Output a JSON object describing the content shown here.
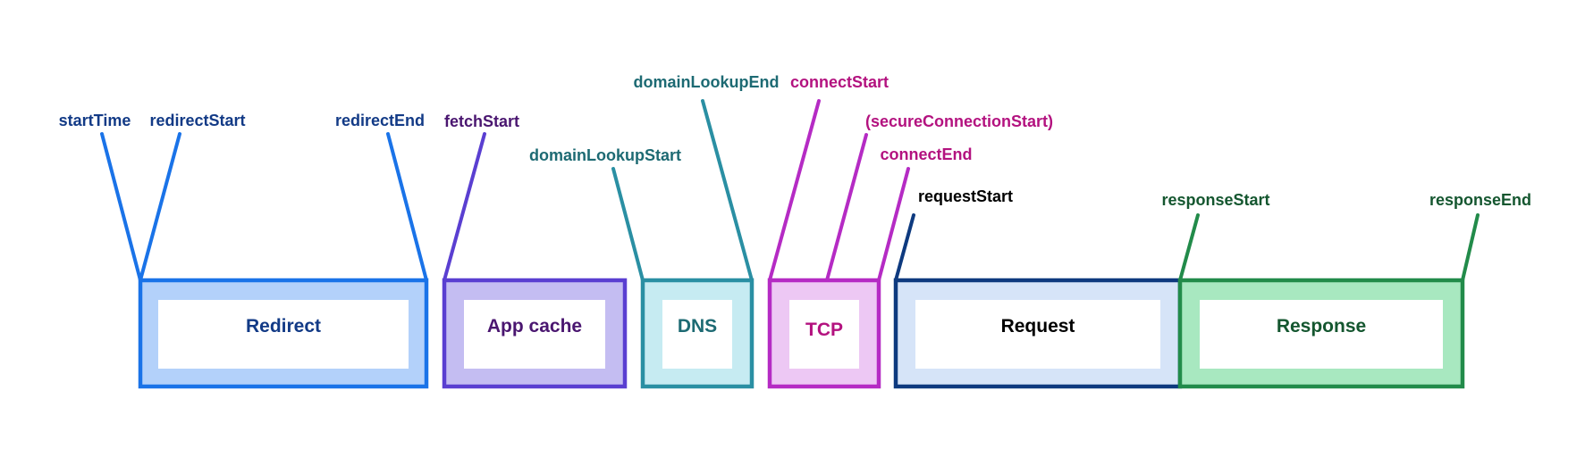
{
  "colors": {
    "redirect": "#1a73e8",
    "redirect_fill": "#b3d1fa",
    "redirect_text": "#123a86",
    "appcache": "#5a3fd1",
    "appcache_fill": "#c4bdf2",
    "appcache_text": "#4a1670",
    "dns": "#2a8fa3",
    "dns_fill": "#c6ebf2",
    "dns_text": "#1d6a73",
    "tcp": "#b52bc4",
    "tcp_fill": "#edc8f4",
    "tcp_text": "#b3127f",
    "request": "#0e3a7f",
    "request_fill": "#d6e4f8",
    "request_text": "#000000",
    "response": "#228b4a",
    "response_fill": "#a8e8c0",
    "response_text": "#14562f"
  },
  "phases": [
    {
      "key": "redirect",
      "label": "Redirect"
    },
    {
      "key": "appcache",
      "label": "App cache"
    },
    {
      "key": "dns",
      "label": "DNS"
    },
    {
      "key": "tcp",
      "label": "TCP"
    },
    {
      "key": "request",
      "label": "Request"
    },
    {
      "key": "response",
      "label": "Response"
    }
  ],
  "markers": [
    {
      "key": "startTime",
      "label": "startTime"
    },
    {
      "key": "redirectStart",
      "label": "redirectStart"
    },
    {
      "key": "redirectEnd",
      "label": "redirectEnd"
    },
    {
      "key": "fetchStart",
      "label": "fetchStart"
    },
    {
      "key": "domainLookupStart",
      "label": "domainLookupStart"
    },
    {
      "key": "domainLookupEnd",
      "label": "domainLookupEnd"
    },
    {
      "key": "connectStart",
      "label": "connectStart"
    },
    {
      "key": "secureConnectionStart",
      "label": "(secureConnectionStart)"
    },
    {
      "key": "connectEnd",
      "label": "connectEnd"
    },
    {
      "key": "requestStart",
      "label": "requestStart"
    },
    {
      "key": "responseStart",
      "label": "responseStart"
    },
    {
      "key": "responseEnd",
      "label": "responseEnd"
    }
  ]
}
